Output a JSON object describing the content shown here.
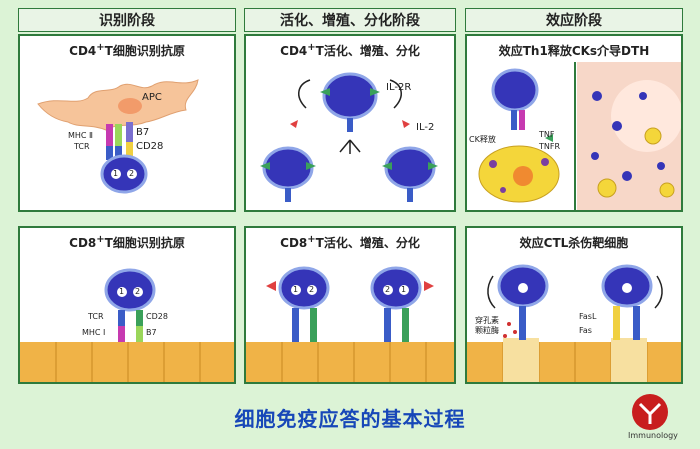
{
  "phases": {
    "recognition": "识别阶段",
    "activation": "活化、增殖、分化阶段",
    "effector": "效应阶段"
  },
  "panels": {
    "cd4_recognition": {
      "title_prefix": "CD4",
      "title_sup": "+",
      "title_suffix": "T细胞识别抗原",
      "labels": {
        "apc": "APC",
        "mhc": "MHC Ⅱ",
        "tcr": "TCR",
        "b7": "B7",
        "cd28": "CD28",
        "signal1": "1",
        "signal2": "2"
      }
    },
    "cd4_activation": {
      "title_prefix": "CD4",
      "title_sup": "+",
      "title_suffix": "T活化、增殖、分化",
      "labels": {
        "il2r": "IL-2R",
        "il2": "IL-2"
      }
    },
    "th1_dth": {
      "title": "效应Th1释放CKs介导DTH",
      "labels": {
        "ck_release": "CK释放",
        "tnf": "TNF",
        "tnfr": "TNFR"
      }
    },
    "cd8_recognition": {
      "title_prefix": "CD8",
      "title_sup": "+",
      "title_suffix": "T细胞识别抗原",
      "labels": {
        "tcr": "TCR",
        "cd28": "CD28",
        "mhc": "MHC Ⅰ",
        "b7": "B7",
        "signal1": "1",
        "signal2": "2"
      }
    },
    "cd8_activation": {
      "title_prefix": "CD8",
      "title_sup": "+",
      "title_suffix": "T活化、增殖、分化",
      "labels": {
        "signal1": "1",
        "signal2": "2"
      }
    },
    "ctl_killing": {
      "title": "效应CTL杀伤靶细胞",
      "labels": {
        "perforin_line1": "穿孔素",
        "perforin_line2": "颗粒酶",
        "fasl": "FasL",
        "fas": "Fas"
      }
    }
  },
  "caption": "细胞免疫应答的基本过程",
  "logo": {
    "text": "Immunology"
  },
  "colors": {
    "background": "#dcf3d6",
    "border": "#2f7a3c",
    "tcell": "#3535b8",
    "caption": "#1747b8",
    "epithelium": "#f0b347"
  }
}
